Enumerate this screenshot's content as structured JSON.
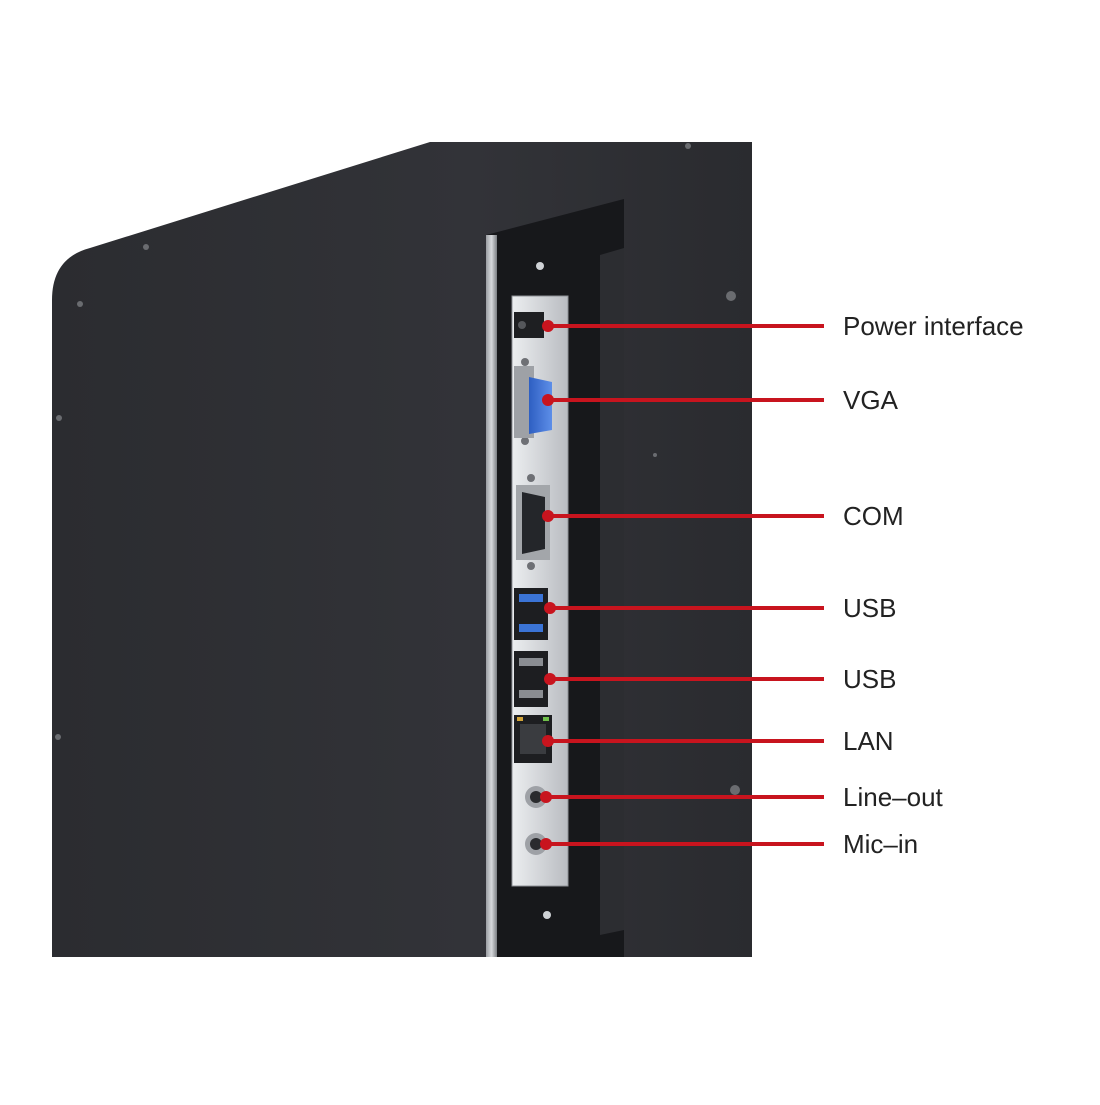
{
  "accent_color": "#c8141e",
  "device": {
    "body_color": "#2e2f33",
    "panel_color": "#d9dce0"
  },
  "callouts": [
    {
      "id": "power",
      "label": "Power interface",
      "icon": "power-jack-icon"
    },
    {
      "id": "vga",
      "label": "VGA",
      "icon": "vga-port-icon"
    },
    {
      "id": "com",
      "label": "COM",
      "icon": "serial-port-icon"
    },
    {
      "id": "usb1",
      "label": "USB",
      "icon": "usb-port-icon"
    },
    {
      "id": "usb2",
      "label": "USB",
      "icon": "usb-port-icon"
    },
    {
      "id": "lan",
      "label": "LAN",
      "icon": "ethernet-port-icon"
    },
    {
      "id": "lineout",
      "label": "Line–out",
      "icon": "audio-jack-icon"
    },
    {
      "id": "micin",
      "label": "Mic–in",
      "icon": "audio-jack-icon"
    }
  ]
}
